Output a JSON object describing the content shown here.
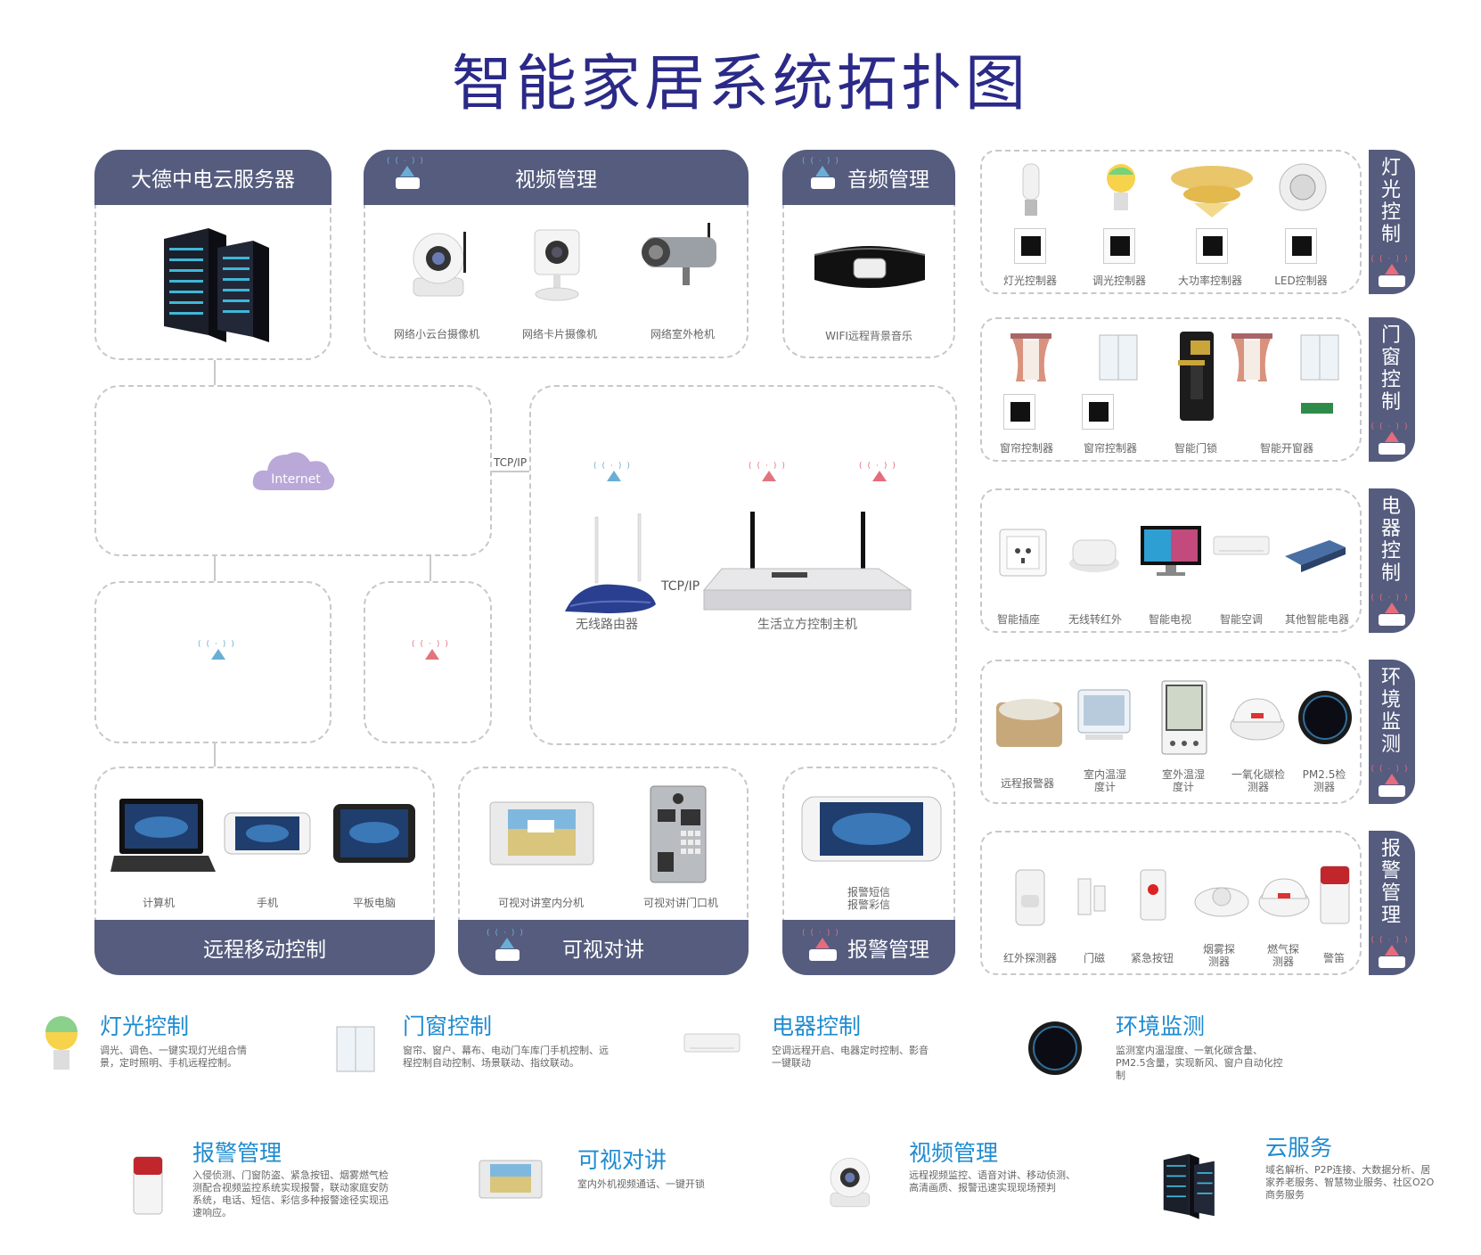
{
  "title": "智能家居系统拓扑图",
  "top_panels": {
    "cloud_server": {
      "header": "大德中电云服务器"
    },
    "video": {
      "header": "视频管理",
      "badge": "WIFI",
      "items": [
        "网络小云台摄像机",
        "网络卡片摄像机",
        "网络室外枪机"
      ]
    },
    "audio": {
      "header": "音频管理",
      "badge": "WIFI",
      "items": [
        "WIFI远程背景音乐"
      ]
    }
  },
  "network": {
    "internet": "Internet",
    "tcpip_top": "TCP/IP",
    "tcpip_mid": "TCP/IP",
    "wifi": "WIFI",
    "g3": "3G",
    "vesp": "VESP",
    "router": "无线路由器",
    "host": "生活立方控制主机"
  },
  "bottom_panels": {
    "remote": {
      "header": "远程移动控制",
      "items": [
        "计算机",
        "手机",
        "平板电脑"
      ]
    },
    "intercom": {
      "header": "可视对讲",
      "badge": "WIFI",
      "items": [
        "可视对讲室内分机",
        "可视对讲门口机"
      ]
    },
    "alarm": {
      "header": "报警管理",
      "badge": "VESP",
      "items": [
        "报警短信",
        "报警彩信"
      ]
    }
  },
  "right_panels": {
    "light": {
      "label": "灯光控制",
      "badge": "VESP",
      "items": [
        "灯光控制器",
        "调光控制器",
        "大功率控制器",
        "LED控制器"
      ]
    },
    "door": {
      "label": "门窗控制",
      "badge": "VESP",
      "items": [
        "窗帘控制器",
        "窗帘控制器",
        "智能门锁",
        "智能开窗器"
      ]
    },
    "appliance": {
      "label": "电器控制",
      "badge": "VESP",
      "items": [
        "智能插座",
        "无线转红外",
        "智能电视",
        "智能空调",
        "其他智能电器"
      ]
    },
    "env": {
      "label": "环境监测",
      "badge": "VESP",
      "items": [
        "远程报警器",
        "室内温湿度计",
        "室外温湿度计",
        "一氧化碳检测器",
        "PM2.5检测器"
      ]
    },
    "alarm": {
      "label": "报警管理",
      "badge": "VESP",
      "items": [
        "红外探测器",
        "门磁",
        "紧急按钮",
        "烟雾探测器",
        "燃气探测器",
        "警笛"
      ]
    }
  },
  "features": [
    {
      "title": "灯光控制",
      "desc": "调光、调色、一键实现灯光组合情景，定时照明、手机远程控制。"
    },
    {
      "title": "门窗控制",
      "desc": "窗帘、窗户、幕布、电动门车库门手机控制、远程控制自动控制、场景联动、指纹联动。"
    },
    {
      "title": "电器控制",
      "desc": "空调远程开启、电器定时控制、影音一键联动"
    },
    {
      "title": "环境监测",
      "desc": "监测室内温湿度、一氧化碳含量、PM2.5含量，实现新风、窗户自动化控制"
    },
    {
      "title": "报警管理",
      "desc": "入侵侦测、门窗防盗、紧急按钮、烟雾燃气检测配合视频监控系统实现报警，联动家庭安防系统，电话、短信、彩信多种报警途径实现迅速响应。"
    },
    {
      "title": "可视对讲",
      "desc": "室内外机视频通话、一键开锁"
    },
    {
      "title": "视频管理",
      "desc": "远程视频监控、语音对讲、移动侦测、高清画质、报警迅速实现现场预判"
    },
    {
      "title": "云服务",
      "desc": "域名解析、P2P连接、大数据分析、居家养老服务、智慧物业服务、社区O2O商务服务"
    }
  ],
  "colors": {
    "header_bg": "#555c7e",
    "title": "#2b2a88",
    "feature_title": "#1f8bd0",
    "wifi": "#6aaed6",
    "g3": "#e1757e",
    "vesp": "#e56b7d",
    "cloud": "#b9a8d8"
  }
}
